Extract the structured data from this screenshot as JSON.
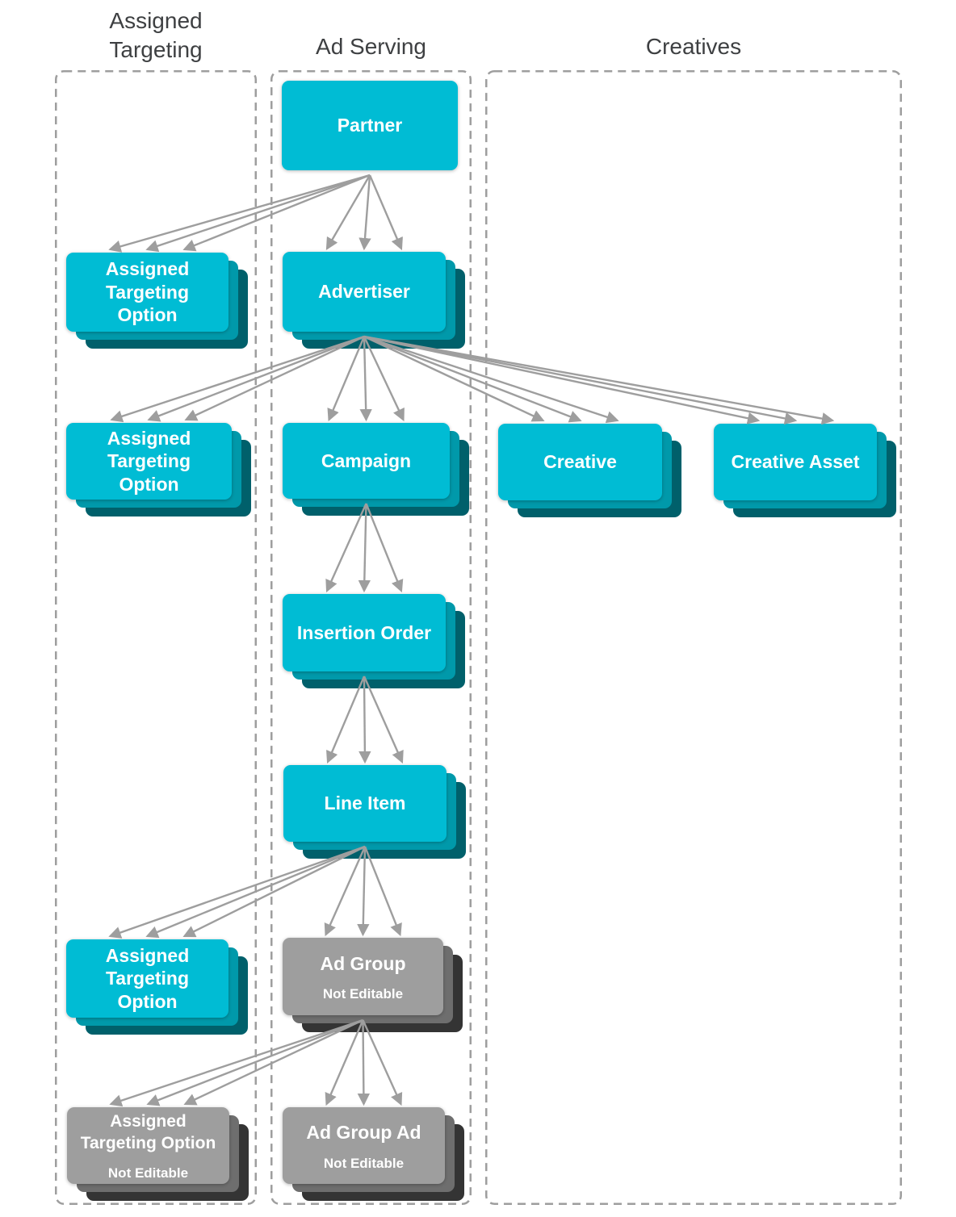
{
  "columns": [
    {
      "id": "assigned_targeting",
      "title": "Assigned\nTargeting"
    },
    {
      "id": "ad_serving",
      "title": "Ad Serving"
    },
    {
      "id": "creatives",
      "title": "Creatives"
    }
  ],
  "nodes": {
    "partner": {
      "label": "Partner",
      "editable": true
    },
    "ato_partner": {
      "label": "Assigned\nTargeting\nOption",
      "editable": true
    },
    "advertiser": {
      "label": "Advertiser",
      "editable": true
    },
    "ato_advertiser": {
      "label": "Assigned\nTargeting\nOption",
      "editable": true
    },
    "campaign": {
      "label": "Campaign",
      "editable": true
    },
    "creative": {
      "label": "Creative",
      "editable": true
    },
    "creative_asset": {
      "label": "Creative Asset",
      "editable": true
    },
    "insertion_order": {
      "label": "Insertion Order",
      "editable": true
    },
    "line_item": {
      "label": "Line Item",
      "editable": true
    },
    "ato_line_item": {
      "label": "Assigned\nTargeting\nOption",
      "editable": true
    },
    "ad_group": {
      "label": "Ad Group",
      "sublabel": "Not Editable",
      "editable": false
    },
    "ato_ad_group": {
      "label": "Assigned\nTargeting Option",
      "sublabel": "Not Editable",
      "editable": false
    },
    "ad_group_ad": {
      "label": "Ad Group Ad",
      "sublabel": "Not Editable",
      "editable": false
    }
  },
  "connections": [
    {
      "from": "partner",
      "to": "ato_partner"
    },
    {
      "from": "partner",
      "to": "advertiser"
    },
    {
      "from": "advertiser",
      "to": "ato_advertiser"
    },
    {
      "from": "advertiser",
      "to": "campaign"
    },
    {
      "from": "advertiser",
      "to": "creative"
    },
    {
      "from": "advertiser",
      "to": "creative_asset"
    },
    {
      "from": "campaign",
      "to": "insertion_order"
    },
    {
      "from": "insertion_order",
      "to": "line_item"
    },
    {
      "from": "line_item",
      "to": "ato_line_item"
    },
    {
      "from": "line_item",
      "to": "ad_group"
    },
    {
      "from": "ad_group",
      "to": "ato_ad_group"
    },
    {
      "from": "ad_group",
      "to": "ad_group_ad"
    }
  ],
  "colors": {
    "node_editable": "#00BCD4",
    "node_editable_shadow1": "#0099AA",
    "node_editable_shadow2": "#00606B",
    "node_not_editable": "#9E9E9E",
    "node_not_editable_shadow1": "#6E6E6E",
    "node_not_editable_shadow2": "#343434",
    "arrow": "#9E9E9E",
    "column_border": "#9E9E9E",
    "header_text": "#3E4042",
    "label_text": "#FFFFFF",
    "background": "#FFFFFF"
  }
}
